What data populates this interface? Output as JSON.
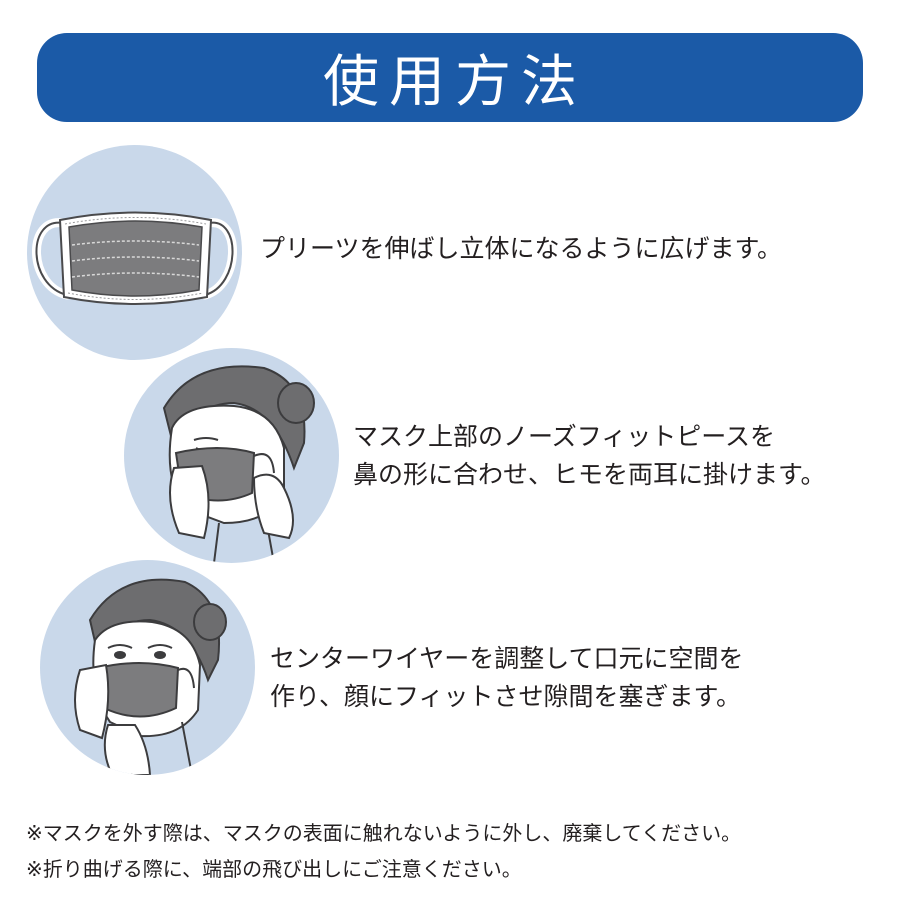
{
  "header": {
    "title": "使用方法"
  },
  "steps": [
    {
      "illustration": "pleated-mask-illustration",
      "lines": [
        "プリーツを伸ばし立体になるように広げます。"
      ]
    },
    {
      "illustration": "woman-fitting-ear-loops-illustration",
      "lines": [
        "マスク上部のノーズフィットピースを",
        "鼻の形に合わせ、ヒモを両耳に掛けます。"
      ]
    },
    {
      "illustration": "woman-adjusting-nose-wire-illustration",
      "lines": [
        "センターワイヤーを調整して口元に空間を",
        "作り、顔にフィットさせ隙間を塞ぎます。"
      ]
    }
  ],
  "notes": [
    "※マスクを外す際は、マスクの表面に触れないように外し、廃棄してください。",
    "※折り曲げる際に、端部の飛び出しにご注意ください。"
  ],
  "colors": {
    "banner": "#1b5aa7",
    "circle": "#c9d8ea",
    "mask": "#7c7c7e",
    "text": "#231f20"
  }
}
